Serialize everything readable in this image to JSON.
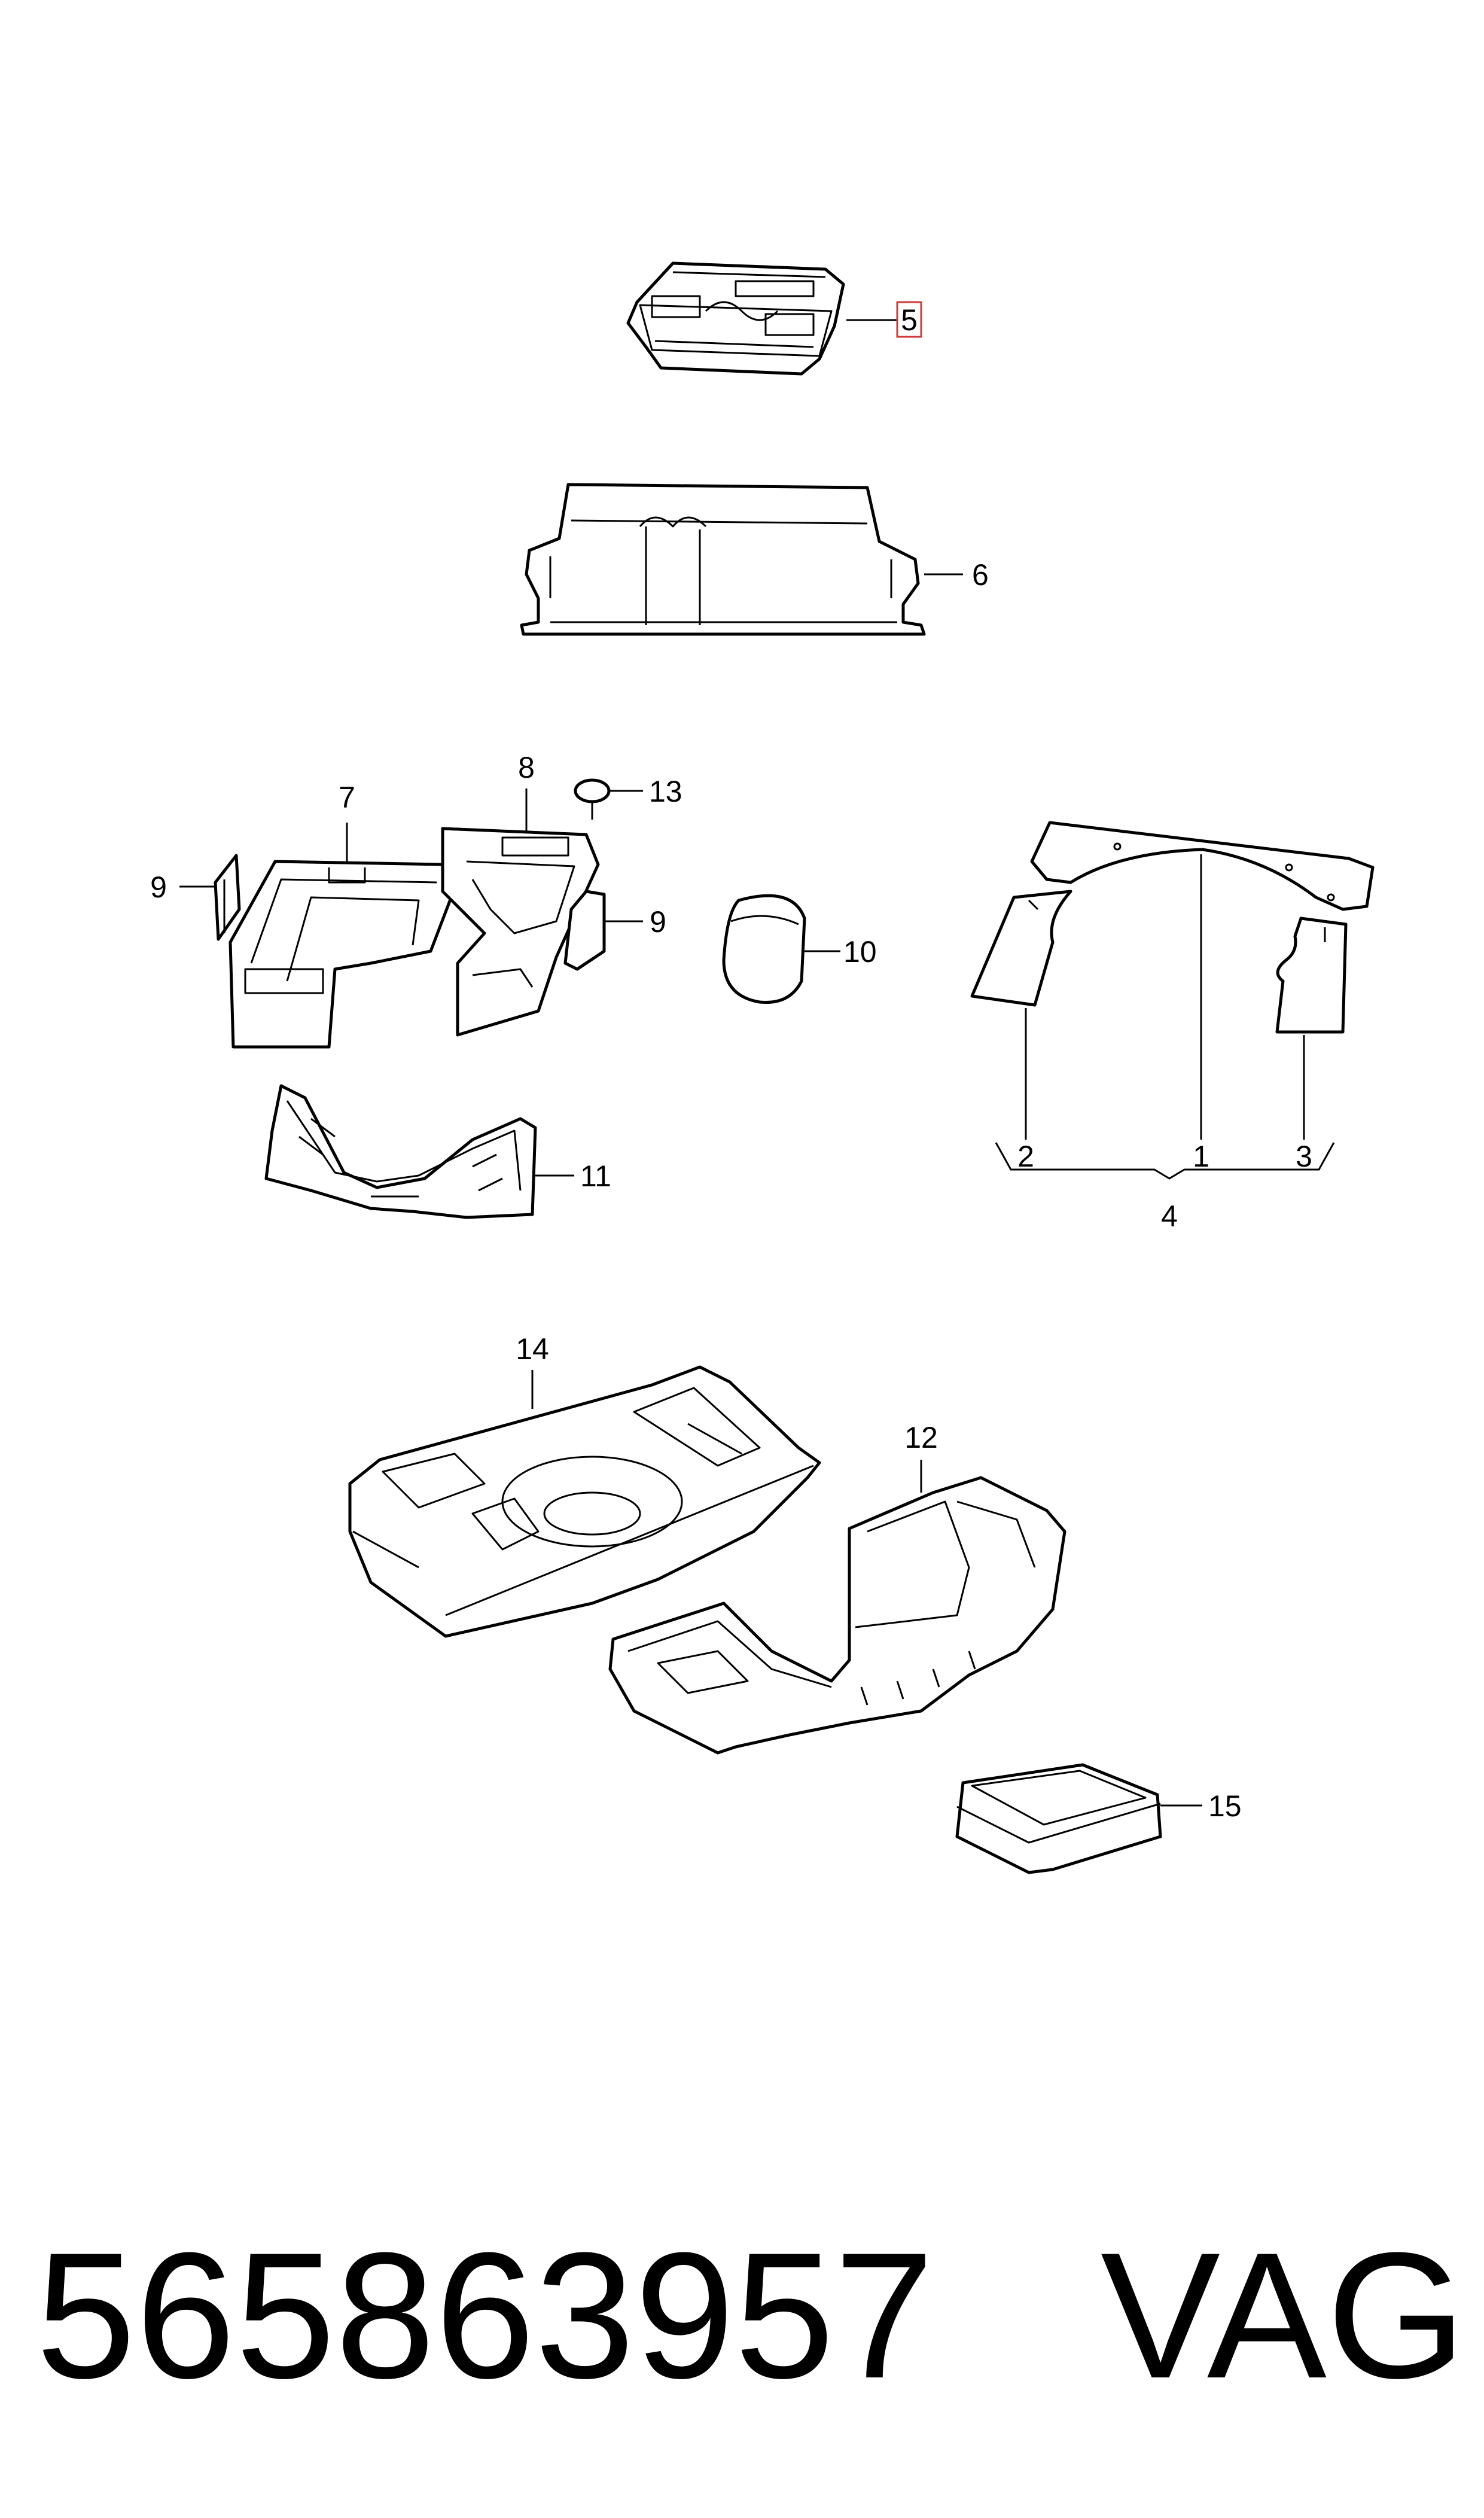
{
  "callouts": {
    "c1": "1",
    "c2": "2",
    "c3": "3",
    "c4": "4",
    "c5": "5",
    "c6": "6",
    "c7": "7",
    "c8": "8",
    "c9a": "9",
    "c9b": "9",
    "c10": "10",
    "c11": "11",
    "c12": "12",
    "c13": "13",
    "c14": "14",
    "c15": "15"
  },
  "highlighted_callout": "5",
  "colors": {
    "highlight": "#d23a3a",
    "line": "#000000",
    "background": "#ffffff"
  },
  "footer": {
    "part_number": "565863957",
    "brand": "VAG"
  }
}
